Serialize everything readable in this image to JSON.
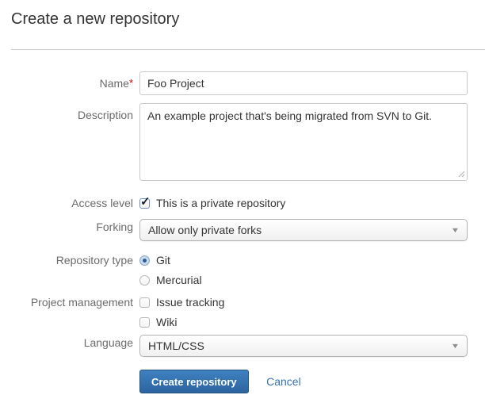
{
  "page": {
    "title": "Create a new repository"
  },
  "form": {
    "name": {
      "label": "Name",
      "required_marker": "*",
      "value": "Foo Project"
    },
    "description": {
      "label": "Description",
      "value": "An example project that's being migrated from SVN to Git."
    },
    "access_level": {
      "label": "Access level",
      "option_label": "This is a private repository",
      "checked": true
    },
    "forking": {
      "label": "Forking",
      "selected_option": "Allow only private forks"
    },
    "repository_type": {
      "label": "Repository type",
      "options": [
        {
          "label": "Git",
          "selected": true
        },
        {
          "label": "Mercurial",
          "selected": false
        }
      ]
    },
    "project_management": {
      "label": "Project management",
      "options": [
        {
          "label": "Issue tracking",
          "checked": false
        },
        {
          "label": "Wiki",
          "checked": false
        }
      ]
    },
    "language": {
      "label": "Language",
      "selected_option": "HTML/CSS"
    },
    "actions": {
      "submit_label": "Create repository",
      "cancel_label": "Cancel"
    }
  },
  "icons": {
    "dropdown_arrow": "▼",
    "checkmark": "✓"
  },
  "colors": {
    "link": "#3572b0",
    "button_gradient_top": "#3f81c1",
    "button_gradient_bottom": "#2c64a0",
    "required_asterisk": "#cc0000",
    "divider": "#cccccc"
  }
}
